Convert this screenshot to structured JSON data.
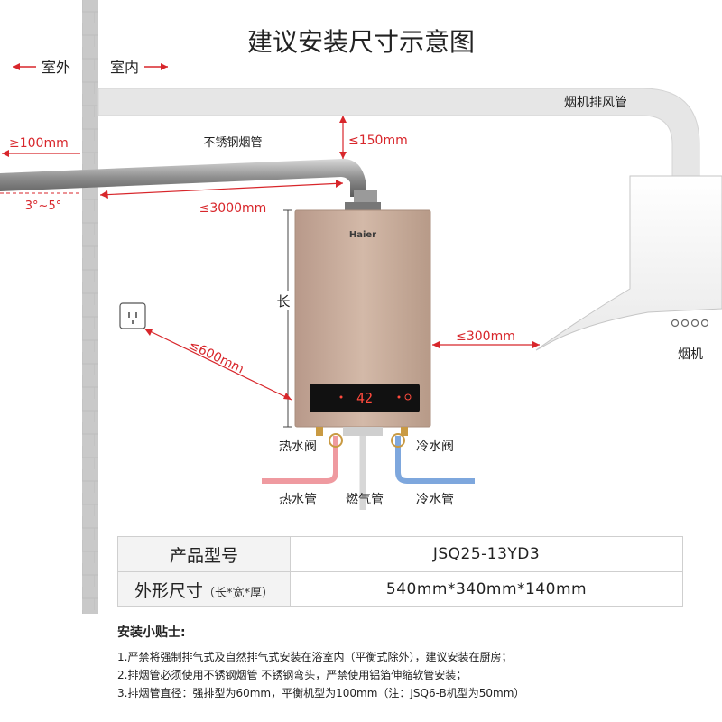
{
  "title": "建议安装尺寸示意图",
  "labels": {
    "outdoor": "室外",
    "indoor": "室内",
    "exhaust_hood_pipe": "烟机排风管",
    "stainless_flue": "不锈钢烟管",
    "dim_100": "≥100mm",
    "dim_150": "≤150mm",
    "slope": "3°~5°",
    "dim_3000": "≤3000mm",
    "length": "长",
    "dim_600": "≤600mm",
    "dim_300": "≤300mm",
    "range_hood": "烟机",
    "hot_valve": "热水阀",
    "cold_valve": "冷水阀",
    "hot_pipe": "热水管",
    "gas_pipe": "燃气管",
    "cold_pipe": "冷水管",
    "brand": "Haier",
    "display_value": "42"
  },
  "spec": {
    "model_label": "产品型号",
    "model_value": "JSQ25-13YD3",
    "size_label": "外形尺寸",
    "size_label_note": "（长*宽*厚）",
    "size_value": "540mm*340mm*140mm"
  },
  "tips": {
    "title": "安装小贴士:",
    "items": [
      "1.严禁将强制排气式及自然排气式安装在浴室内（平衡式除外），建议安装在厨房；",
      "2.排烟管必须使用不锈钢烟管 不锈钢弯头，严禁使用铝箔伸缩软管安装；",
      "3.排烟管直径：强排型为60mm，平衡机型为100mm（注：JSQ6-B机型为50mm）"
    ]
  },
  "colors": {
    "accent_red": "#d8262b",
    "heater_body": "#c8ab98",
    "hot_pipe": "#ef9aa0",
    "cold_pipe": "#7ea7dd"
  }
}
